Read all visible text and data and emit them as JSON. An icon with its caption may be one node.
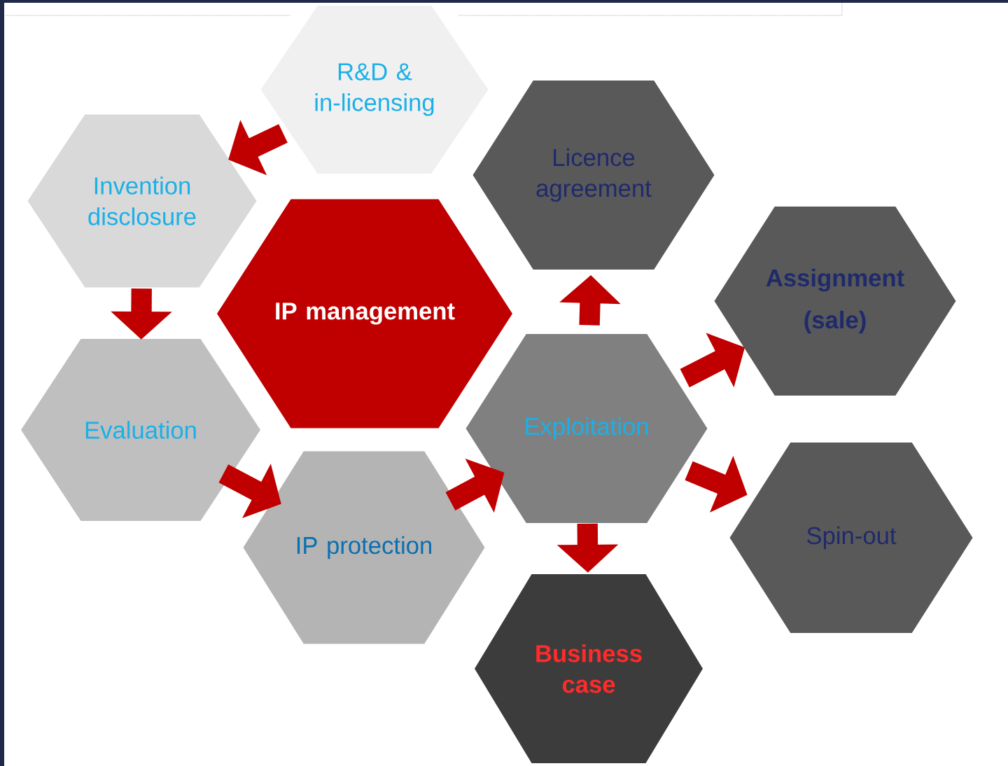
{
  "diagram": {
    "nodes": [
      {
        "text": [
          "R&D & in-licensing"
        ]
      },
      {
        "text": [
          "Invention disclosure"
        ]
      },
      {
        "text": [
          "IP management"
        ]
      },
      {
        "text": [
          "Evaluation"
        ]
      },
      {
        "text": [
          "IP protection"
        ]
      },
      {
        "text": [
          "Licence agreement"
        ]
      },
      {
        "text": [
          "Exploitation"
        ]
      },
      {
        "text": [
          "Assignment (sale)"
        ]
      },
      {
        "text": [
          "Spin-out"
        ]
      },
      {
        "text": [
          "Business case"
        ]
      }
    ],
    "edges": [
      {
        "from": 0,
        "to": 1,
        "arrow": "to"
      },
      {
        "from": 1,
        "to": 3,
        "arrow": "to"
      },
      {
        "from": 3,
        "to": 4,
        "arrow": "to"
      },
      {
        "from": 4,
        "to": 6,
        "arrow": "to"
      },
      {
        "from": 6,
        "to": 5,
        "arrow": "to"
      },
      {
        "from": 6,
        "to": 7,
        "arrow": "to"
      },
      {
        "from": 6,
        "to": 8,
        "arrow": "to"
      },
      {
        "from": 6,
        "to": 9,
        "arrow": "to"
      }
    ]
  }
}
